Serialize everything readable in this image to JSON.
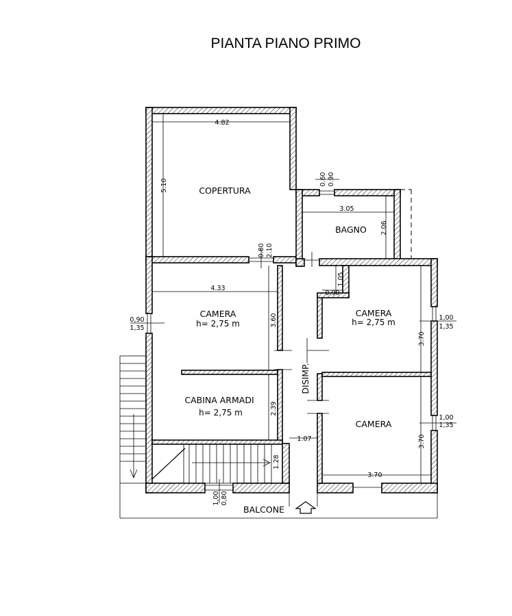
{
  "title": "PIANTA PIANO PRIMO",
  "rooms": {
    "copertura": "COPERTURA",
    "bagno": "BAGNO",
    "camera_left": "CAMERA",
    "camera_left_h": "h= 2,75 m",
    "cabina": "CABINA ARMADI",
    "cabina_h": "h= 2,75 m",
    "camera_right_top": "CAMERA",
    "camera_right_top_h": "h= 2,75 m",
    "camera_right_bottom": "CAMERA",
    "disimpegno": "DISIMP.",
    "balcone": "BALCONE"
  },
  "dimensions": {
    "copertura_width": "4.82",
    "copertura_height": "5.10",
    "bagno_window_w": "0.60",
    "bagno_window_h": "0.90",
    "bagno_width": "3.05",
    "bagno_height": "2.06",
    "door_copertura_w": "0.80",
    "door_copertura_h": "2.10",
    "camera_left_width": "4.33",
    "camera_left_height": "3.60",
    "window_left_w": "0,90",
    "window_left_h": "1,35",
    "closet_depth": "1.05",
    "closet_width": "0.90",
    "window_right_top_w": "1,00",
    "window_right_top_h": "1,35",
    "camera_right_top_height": "3.70",
    "cabina_height": "2.39",
    "corridor_width": "1.07",
    "window_right_bottom_w": "1,00",
    "window_right_bottom_h": "1,35",
    "camera_right_bottom_height": "3.70",
    "camera_right_bottom_width": "3.70",
    "stair_height": "1.28",
    "door_balcone_w": "1,00",
    "door_balcone_h": "0,80"
  }
}
